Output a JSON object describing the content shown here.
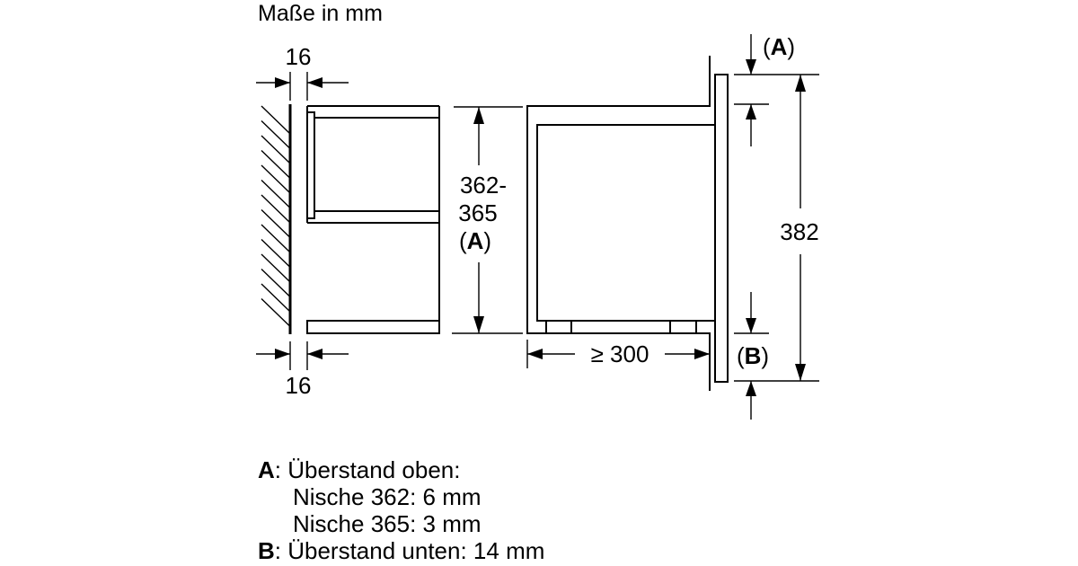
{
  "title": "Maße in mm",
  "dimensions": {
    "side_gap_top": "16",
    "side_gap_bottom": "16",
    "niche_height_line1": "362-",
    "niche_height_line2": "365",
    "niche_height_ref_open": "(",
    "niche_height_ref": "A",
    "niche_height_ref_close": ")",
    "depth": "≥ 300",
    "panel_height": "382",
    "top_ref_open": "(",
    "top_ref": "A",
    "top_ref_close": ")",
    "bottom_ref_open": "(",
    "bottom_ref": "B",
    "bottom_ref_close": ")"
  },
  "legend": {
    "a_key": "A",
    "a_text": ": Überstand oben:",
    "a_line2": "Nische 362: 6 mm",
    "a_line3": "Nische 365: 3 mm",
    "b_key": "B",
    "b_text": ": Überstand unten: 14 mm"
  }
}
